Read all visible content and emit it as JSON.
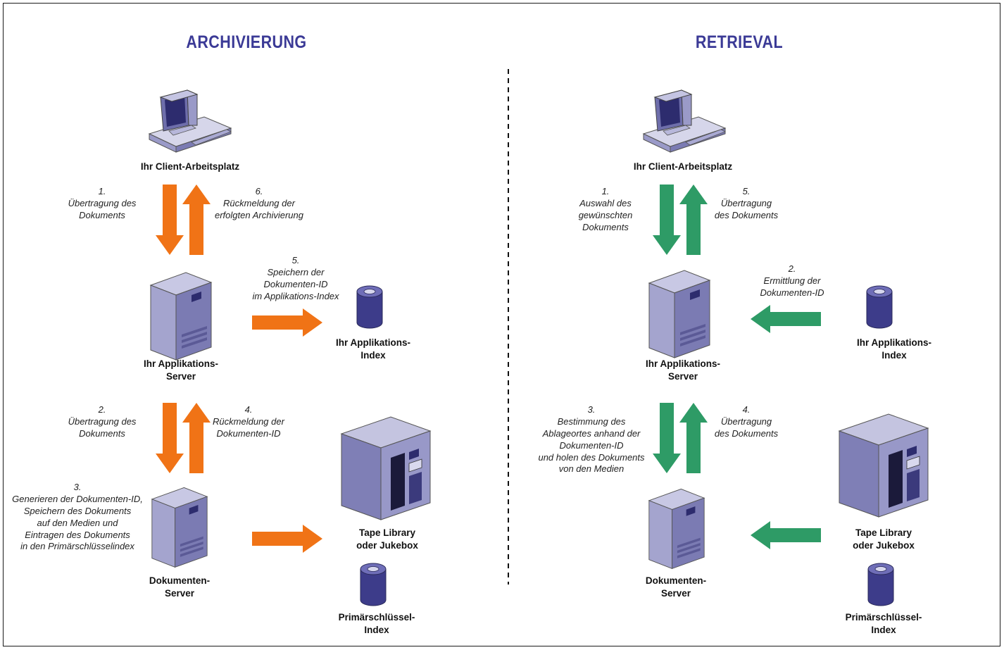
{
  "archivierung": {
    "title": "ARCHIVIERUNG",
    "client_label": "Ihr Client-Arbeitsplatz",
    "app_server_label": "Ihr Applikations-\nServer",
    "app_index_label": "Ihr Applikations-\nIndex",
    "doc_server_label": "Dokumenten-\nServer",
    "tape_label": "Tape Library\noder Jukebox",
    "pk_index_label": "Primärschlüssel-\nIndex",
    "step1": "1.\nÜbertragung des\nDokuments",
    "step6": "6.\nRückmeldung der\nerfolgten Archivierung",
    "step5": "5.\nSpeichern der\nDokumenten-ID\nim Applikations-Index",
    "step2": "2.\nÜbertragung des\nDokuments",
    "step4": "4.\nRückmeldung der\nDokumenten-ID",
    "step3": "3.\nGenerieren der Dokumenten-ID,\nSpeichern des Dokuments\nauf den Medien und\nEintragen des Dokuments\nin den Primärschlüsselindex",
    "arrow_color": "#f07316"
  },
  "retrieval": {
    "title": "RETRIEVAL",
    "client_label": "Ihr Client-Arbeitsplatz",
    "app_server_label": "Ihr Applikations-\nServer",
    "app_index_label": "Ihr Applikations-\nIndex",
    "doc_server_label": "Dokumenten-\nServer",
    "tape_label": "Tape Library\noder Jukebox",
    "pk_index_label": "Primärschlüssel-\nIndex",
    "step1": "1.\nAuswahl des\ngewünschten\nDokuments",
    "step5": "5.\nÜbertragung\ndes Dokuments",
    "step2": "2.\nErmittlung der\nDokumenten-ID",
    "step3": "3.\nBestimmung des\nAblageortes anhand der\nDokumenten-ID\nund holen des Dokuments\nvon den Medien",
    "step4": "4.\nÜbertragung\ndes Dokuments",
    "arrow_color": "#2e9b66"
  },
  "colors": {
    "title": "#3b3a96",
    "device_body": "#7b7bb3",
    "device_dark": "#2d2c6e",
    "divider": "#111111"
  }
}
